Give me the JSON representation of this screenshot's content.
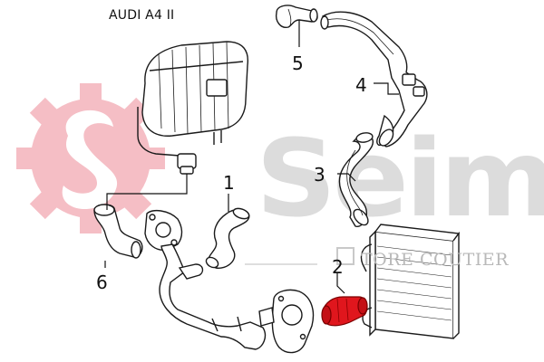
{
  "title": "AUDI A4 II",
  "callouts": [
    "1",
    "2",
    "3",
    "4",
    "5",
    "6"
  ],
  "watermark": {
    "word": "Seim",
    "tagline": "TORE COUTIER",
    "logo_color": "#f4b7bf"
  },
  "highlight_part": {
    "label": "2",
    "color": "#e0161d"
  },
  "line_color": "#111111"
}
